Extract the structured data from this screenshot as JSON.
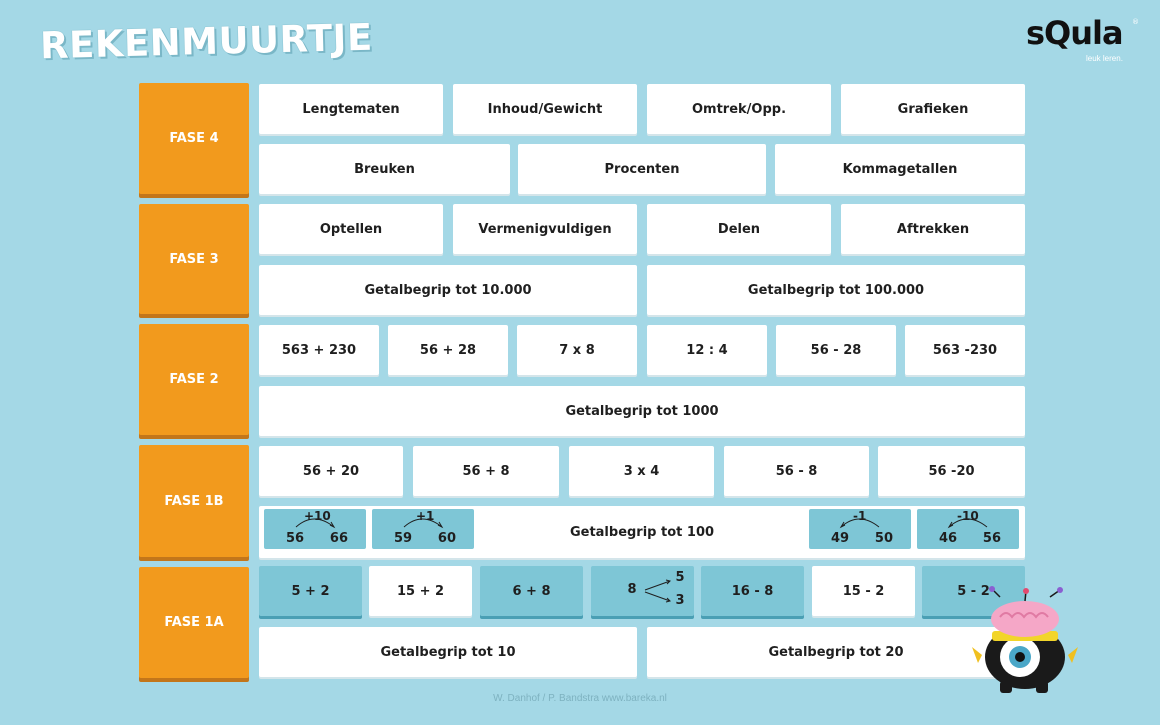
{
  "header": {
    "title": "REKENMUURTJE"
  },
  "brand": {
    "name": "sQula",
    "tagline": "leuk leren.",
    "registered": "®"
  },
  "phases": {
    "f4": {
      "label": "FASE 4",
      "row1": [
        "Lengtematen",
        "Inhoud/Gewicht",
        "Omtrek/Opp.",
        "Grafieken"
      ],
      "row2": [
        "Breuken",
        "Procenten",
        "Kommagetallen"
      ]
    },
    "f3": {
      "label": "FASE 3",
      "row1": [
        "Optellen",
        "Vermenigvuldigen",
        "Delen",
        "Aftrekken"
      ],
      "row2": [
        "Getalbegrip tot 10.000",
        "Getalbegrip tot 100.000"
      ]
    },
    "f2": {
      "label": "FASE 2",
      "row1": [
        "563 + 230",
        "56 + 28",
        "7 x 8",
        "12 : 4",
        "56 - 28",
        "563 -230"
      ],
      "row2": [
        "Getalbegrip tot 1000"
      ]
    },
    "f1b": {
      "label": "FASE 1B",
      "row1": [
        "56 + 20",
        "56 + 8",
        "3 x 4",
        "56 - 8",
        "56 -20"
      ],
      "row2_label": "Getalbegrip tot 100",
      "jumps": [
        {
          "step": "+10",
          "from": "56",
          "to": "66"
        },
        {
          "step": "+1",
          "from": "59",
          "to": "60"
        },
        {
          "step": "-1",
          "from": "49",
          "to": "50"
        },
        {
          "step": "-10",
          "from": "46",
          "to": "56"
        }
      ]
    },
    "f1a": {
      "label": "FASE 1A",
      "row1": [
        "5 + 2",
        "15 + 2",
        "6 + 8",
        "16 - 8",
        "15 - 2",
        "5 - 2"
      ],
      "split": {
        "whole": "8",
        "top": "5",
        "bottom": "3"
      },
      "row2": [
        "Getalbegrip tot 10",
        "Getalbegrip tot 20"
      ]
    }
  },
  "footer": {
    "credit": "W. Danhof / P. Bandstra www.bareka.nl"
  }
}
